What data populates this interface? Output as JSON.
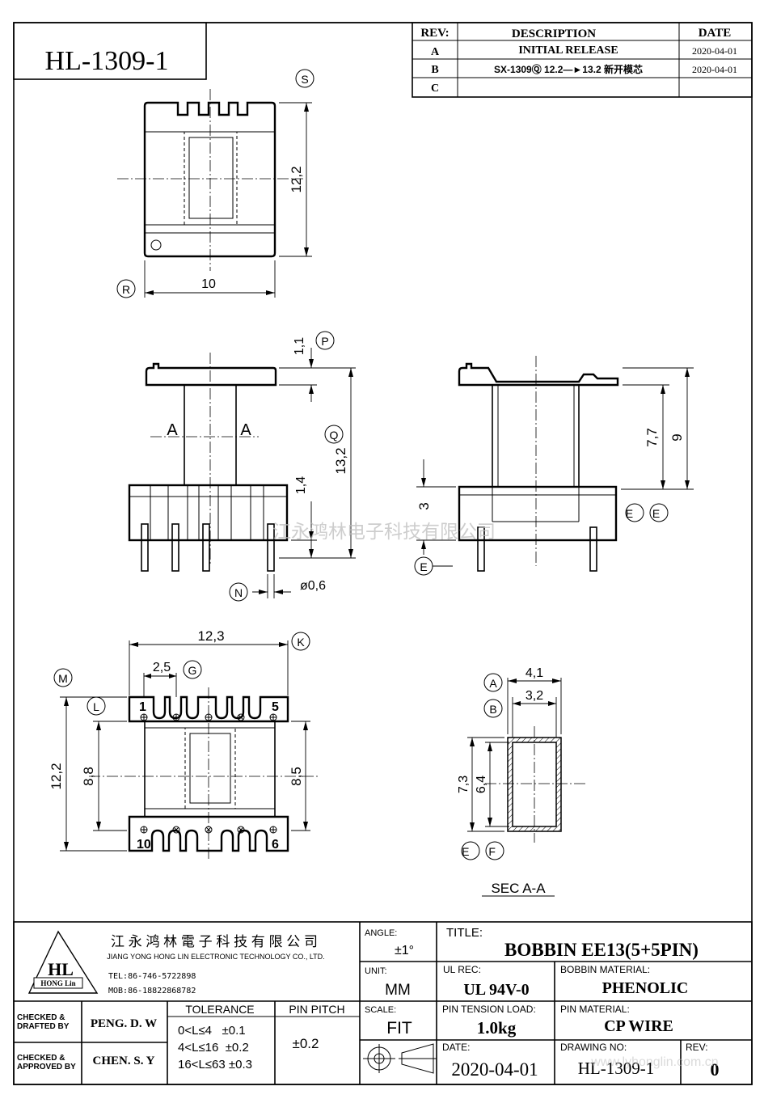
{
  "part_number": "HL-1309-1",
  "revision_table": {
    "headers": {
      "rev": "REV:",
      "description": "DESCRIPTION",
      "date": "DATE"
    },
    "rows": [
      {
        "rev": "A",
        "description": "INITIAL  RELEASE",
        "date": "2020-04-01"
      },
      {
        "rev": "B",
        "description": "SX-1309Ⓠ 12.2—►13.2 新开模芯",
        "date": "2020-04-01"
      },
      {
        "rev": "C",
        "description": "",
        "date": ""
      }
    ]
  },
  "top_view": {
    "callout_s": "S",
    "callout_r": "R",
    "dim_height": "12,2",
    "dim_width": "10"
  },
  "front_view": {
    "callout_p": "P",
    "callout_q": "Q",
    "callout_n": "N",
    "dim_flange": "1,1",
    "dim_height": "13,2",
    "dim_base": "1,4",
    "dim_pin": "ø0,6",
    "section_a_left": "A",
    "section_a_right": "A"
  },
  "side_view": {
    "dim_77": "7,7",
    "dim_9": "9",
    "dim_3": "3",
    "callout_e": "E",
    "callout_ee": "E E"
  },
  "bottom_view": {
    "dim_width": "12,3",
    "dim_pitch": "2,5",
    "callout_k": "K",
    "callout_g": "G",
    "callout_m": "M",
    "callout_l": "L",
    "dim_122": "12,2",
    "dim_88": "8,8",
    "dim_85": "8,5",
    "pin_1": "1",
    "pin_5": "5",
    "pin_10": "10",
    "pin_6": "6"
  },
  "section_view": {
    "dim_41": "4,1",
    "dim_32": "3,2",
    "dim_73": "7,3",
    "dim_64": "6,4",
    "callout_a": "A",
    "callout_b": "B",
    "callout_ef": "E F",
    "title": "SEC  A-A"
  },
  "watermark": "江永鸿林电子科技有限公司",
  "watermark_url": "www.lyhonglin.com.cn",
  "title_block": {
    "company_cn": "江 永 鸿 林 電 子 科 技 有 限 公 司",
    "company_en": "JIANG YONG HONG LIN ELECTRONIC TECHNOLOGY CO., LTD.",
    "logo_letters": "HL",
    "logo_text": "HONG Lin",
    "tel": "TEL:86-746-5722898",
    "mob": "MOB:86-18822868782",
    "angle_label": "ANGLE:",
    "angle_value": "±1°",
    "title_label": "TITLE:",
    "title_value": "BOBBIN  EE13(5+5PIN)",
    "unit_label": "UNIT:",
    "unit_value": "MM",
    "ul_label": "UL REC:",
    "ul_value": "UL  94V-0",
    "bobbin_material_label": "BOBBIN MATERIAL:",
    "bobbin_material_value": "PHENOLIC",
    "checked_drafted_label": "CHECKED &\nDRAFTED BY",
    "checked_drafted_value": "PENG. D. W",
    "checked_approved_label": "CHECKED &\nAPPROVED BY",
    "checked_approved_value": "CHEN. S. Y",
    "tolerance_label": "TOLERANCE",
    "tolerance_rows": [
      "0<L≤4   ±0.1",
      "4<L≤16  ±0.2",
      "16<L≤63 ±0.3"
    ],
    "pin_pitch_label": "PIN PITCH",
    "pin_pitch_value": "±0.2",
    "scale_label": "SCALE:",
    "scale_value": "FIT",
    "pin_tension_label": "PIN TENSION LOAD:",
    "pin_tension_value": "1.0kg",
    "pin_material_label": "PIN MATERIAL:",
    "pin_material_value": "CP  WIRE",
    "date_label": "DATE:",
    "date_value": "2020-04-01",
    "drawing_no_label": "DRAWING NO:",
    "drawing_no_value": "HL-1309-1",
    "rev_label": "REV:",
    "rev_value": "0"
  }
}
